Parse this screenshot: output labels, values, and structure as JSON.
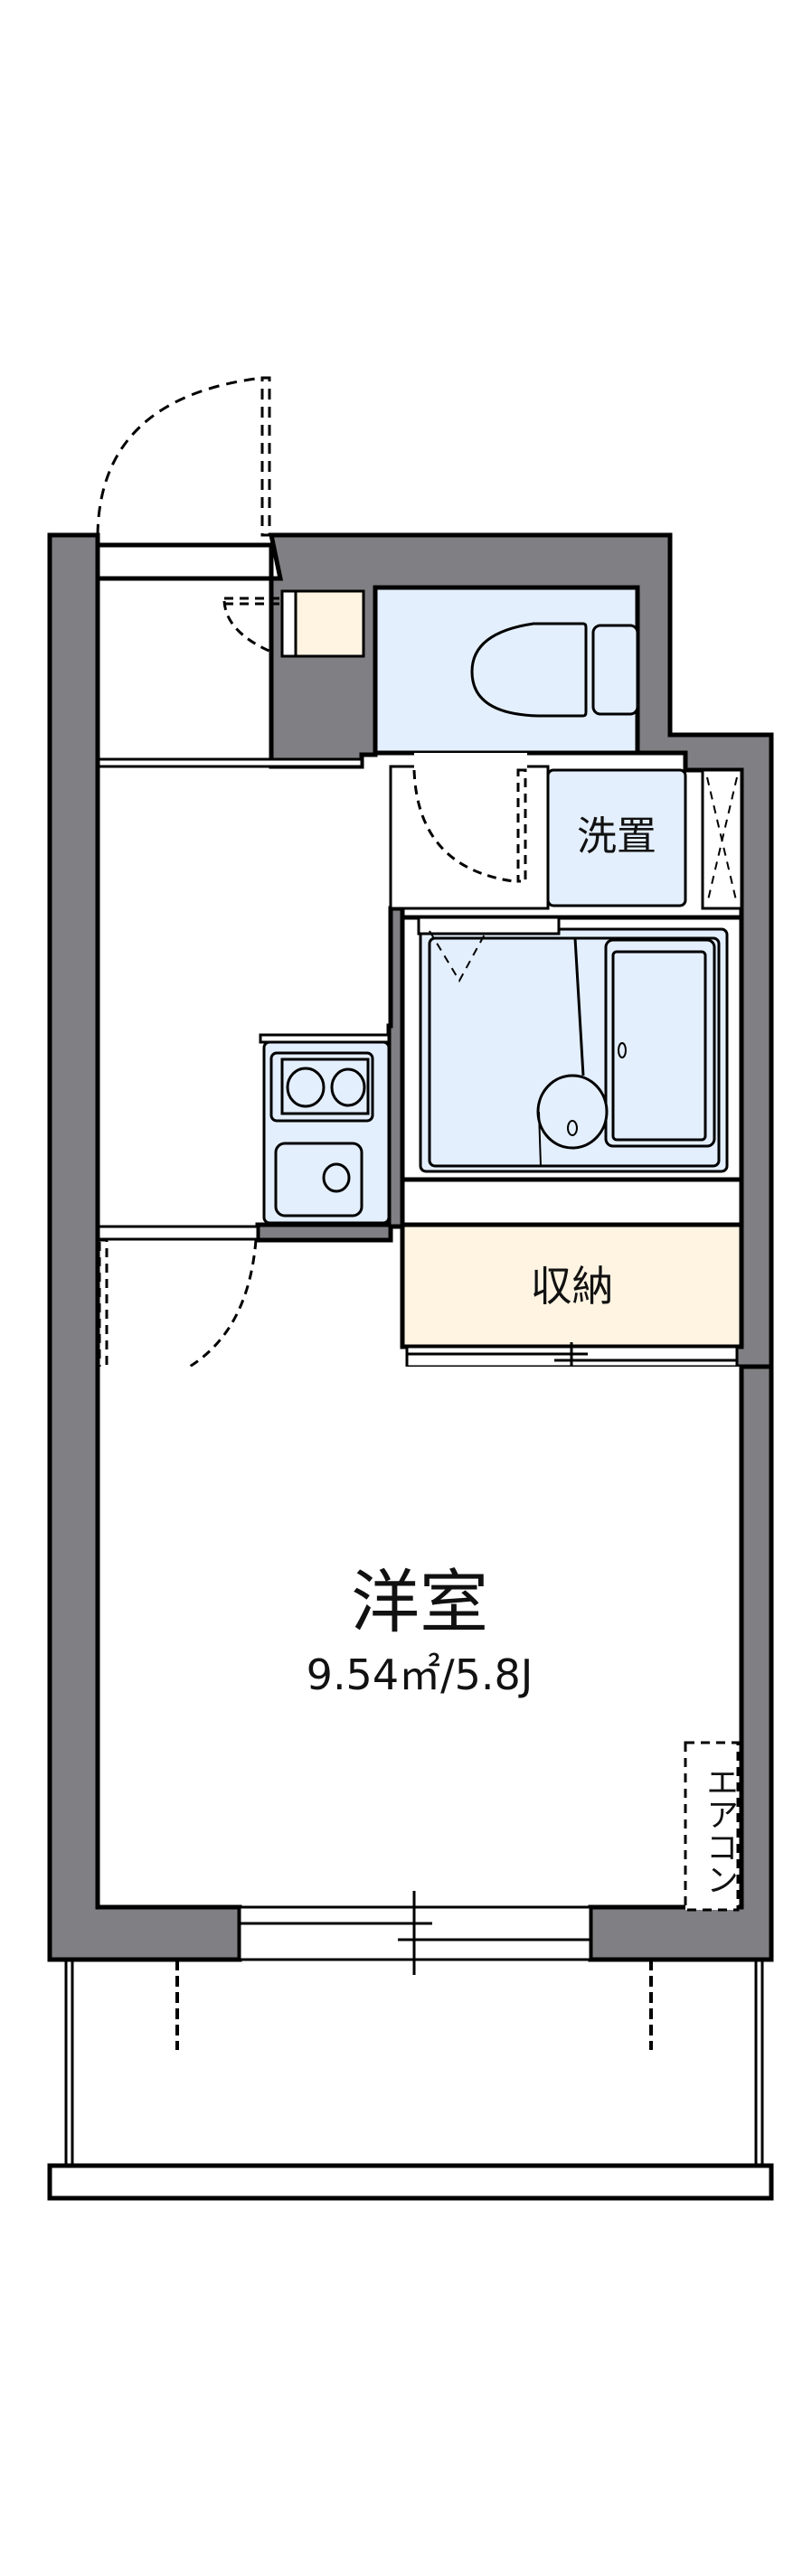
{
  "plan": {
    "colors": {
      "wall": "#808084",
      "wet_area": "#e4effd",
      "storage": "#fff4e2",
      "line": "#000000",
      "background": "#ffffff"
    },
    "rooms": {
      "western_room": {
        "label": "洋室",
        "area": "9.54㎡/5.8J"
      },
      "storage": {
        "label": "収納"
      },
      "washer_space": {
        "label": "洗置"
      },
      "air_conditioner": {
        "label": "エアコン"
      }
    },
    "fixtures": [
      "entry-door",
      "shoe-cabinet",
      "toilet",
      "bathroom-unit",
      "kitchen-stove",
      "kitchen-sink",
      "sliding-window",
      "balcony"
    ]
  }
}
